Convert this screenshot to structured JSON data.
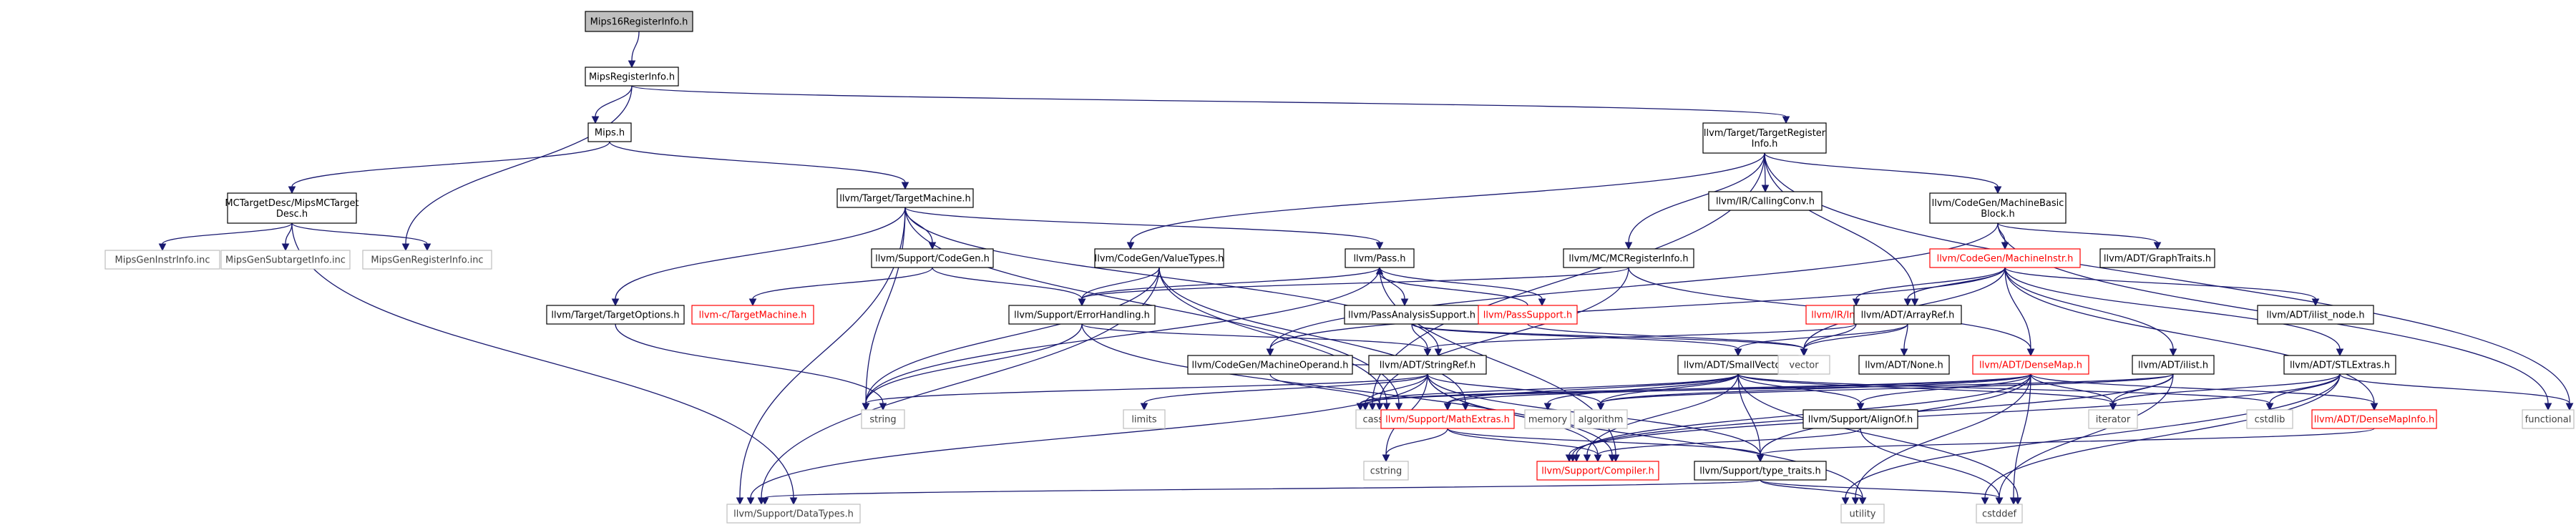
{
  "colors": {
    "edge": "#191970",
    "node_border": "#000000",
    "node_fill": "#ffffff",
    "root_fill": "#bfbfbf",
    "external_border": "#bfbfbf",
    "external_text": "#404040",
    "truncated_border": "#ff0000",
    "truncated_text": "#ff0000",
    "text": "#000000"
  },
  "nodes": [
    {
      "id": "root",
      "label": [
        "Mips16RegisterInfo.h"
      ],
      "kind": "root"
    },
    {
      "id": "mipsreg",
      "label": [
        "MipsRegisterInfo.h"
      ],
      "kind": "normal"
    },
    {
      "id": "mips",
      "label": [
        "Mips.h"
      ],
      "kind": "normal"
    },
    {
      "id": "tri",
      "label": [
        "llvm/Target/TargetRegister",
        "Info.h"
      ],
      "kind": "normal"
    },
    {
      "id": "mcdesc",
      "label": [
        "MCTargetDesc/MipsMCTarget",
        "Desc.h"
      ],
      "kind": "normal"
    },
    {
      "id": "tm",
      "label": [
        "llvm/Target/TargetMachine.h"
      ],
      "kind": "normal"
    },
    {
      "id": "callconv",
      "label": [
        "llvm/IR/CallingConv.h"
      ],
      "kind": "normal"
    },
    {
      "id": "mbb",
      "label": [
        "llvm/CodeGen/MachineBasic",
        "Block.h"
      ],
      "kind": "normal"
    },
    {
      "id": "geninstr",
      "label": [
        "MipsGenInstrInfo.inc"
      ],
      "kind": "external"
    },
    {
      "id": "gensub",
      "label": [
        "MipsGenSubtargetInfo.inc"
      ],
      "kind": "external"
    },
    {
      "id": "genreg",
      "label": [
        "MipsGenRegisterInfo.inc"
      ],
      "kind": "external"
    },
    {
      "id": "supcg",
      "label": [
        "llvm/Support/CodeGen.h"
      ],
      "kind": "normal"
    },
    {
      "id": "vt",
      "label": [
        "llvm/CodeGen/ValueTypes.h"
      ],
      "kind": "normal"
    },
    {
      "id": "pass",
      "label": [
        "llvm/Pass.h"
      ],
      "kind": "normal"
    },
    {
      "id": "mcreg",
      "label": [
        "llvm/MC/MCRegisterInfo.h"
      ],
      "kind": "normal"
    },
    {
      "id": "mi",
      "label": [
        "llvm/CodeGen/MachineInstr.h"
      ],
      "kind": "truncated"
    },
    {
      "id": "gt",
      "label": [
        "llvm/ADT/GraphTraits.h"
      ],
      "kind": "normal"
    },
    {
      "id": "topts",
      "label": [
        "llvm/Target/TargetOptions.h"
      ],
      "kind": "normal"
    },
    {
      "id": "ctm",
      "label": [
        "llvm-c/TargetMachine.h"
      ],
      "kind": "truncated"
    },
    {
      "id": "err",
      "label": [
        "llvm/Support/ErrorHandling.h"
      ],
      "kind": "normal"
    },
    {
      "id": "pas",
      "label": [
        "llvm/PassAnalysisSupport.h"
      ],
      "kind": "normal"
    },
    {
      "id": "ps",
      "label": [
        "llvm/PassSupport.h"
      ],
      "kind": "truncated"
    },
    {
      "id": "inlineasm",
      "label": [
        "llvm/IR/InlineAsm.h"
      ],
      "kind": "truncated"
    },
    {
      "id": "arrayref",
      "label": [
        "llvm/ADT/ArrayRef.h"
      ],
      "kind": "normal"
    },
    {
      "id": "ilistnode",
      "label": [
        "llvm/ADT/ilist_node.h"
      ],
      "kind": "normal"
    },
    {
      "id": "mo",
      "label": [
        "llvm/CodeGen/MachineOperand.h"
      ],
      "kind": "normal"
    },
    {
      "id": "sref",
      "label": [
        "llvm/ADT/StringRef.h"
      ],
      "kind": "normal"
    },
    {
      "id": "svec",
      "label": [
        "llvm/ADT/SmallVector.h"
      ],
      "kind": "normal"
    },
    {
      "id": "vector",
      "label": [
        "vector"
      ],
      "kind": "external"
    },
    {
      "id": "none",
      "label": [
        "llvm/ADT/None.h"
      ],
      "kind": "normal"
    },
    {
      "id": "dm",
      "label": [
        "llvm/ADT/DenseMap.h"
      ],
      "kind": "truncated"
    },
    {
      "id": "ilist",
      "label": [
        "llvm/ADT/ilist.h"
      ],
      "kind": "normal"
    },
    {
      "id": "stlx",
      "label": [
        "llvm/ADT/STLExtras.h"
      ],
      "kind": "normal"
    },
    {
      "id": "string",
      "label": [
        "string"
      ],
      "kind": "external"
    },
    {
      "id": "limits",
      "label": [
        "limits"
      ],
      "kind": "external"
    },
    {
      "id": "cassert",
      "label": [
        "cassert"
      ],
      "kind": "external"
    },
    {
      "id": "mathx",
      "label": [
        "llvm/Support/MathExtras.h"
      ],
      "kind": "truncated"
    },
    {
      "id": "memory",
      "label": [
        "memory"
      ],
      "kind": "external"
    },
    {
      "id": "algorithm",
      "label": [
        "algorithm"
      ],
      "kind": "external"
    },
    {
      "id": "alignof",
      "label": [
        "llvm/Support/AlignOf.h"
      ],
      "kind": "normal"
    },
    {
      "id": "iterator",
      "label": [
        "iterator"
      ],
      "kind": "external"
    },
    {
      "id": "cstdlib",
      "label": [
        "cstdlib"
      ],
      "kind": "external"
    },
    {
      "id": "dmi",
      "label": [
        "llvm/ADT/DenseMapInfo.h"
      ],
      "kind": "truncated"
    },
    {
      "id": "functional",
      "label": [
        "functional"
      ],
      "kind": "external"
    },
    {
      "id": "cstring",
      "label": [
        "cstring"
      ],
      "kind": "external"
    },
    {
      "id": "compiler",
      "label": [
        "llvm/Support/Compiler.h"
      ],
      "kind": "truncated"
    },
    {
      "id": "typetraits",
      "label": [
        "llvm/Support/type_traits.h"
      ],
      "kind": "normal"
    },
    {
      "id": "datatypes",
      "label": [
        "llvm/Support/DataTypes.h"
      ],
      "kind": "external"
    },
    {
      "id": "utility",
      "label": [
        "utility"
      ],
      "kind": "external"
    },
    {
      "id": "cstddef",
      "label": [
        "cstddef"
      ],
      "kind": "external"
    }
  ],
  "edges": [
    [
      "root",
      "mipsreg"
    ],
    [
      "mipsreg",
      "mips"
    ],
    [
      "mipsreg",
      "tri"
    ],
    [
      "mipsreg",
      "genreg"
    ],
    [
      "mips",
      "mcdesc"
    ],
    [
      "mips",
      "tm"
    ],
    [
      "mcdesc",
      "geninstr"
    ],
    [
      "mcdesc",
      "gensub"
    ],
    [
      "mcdesc",
      "genreg"
    ],
    [
      "mcdesc",
      "datatypes"
    ],
    [
      "tri",
      "callconv"
    ],
    [
      "tri",
      "mbb"
    ],
    [
      "tri",
      "vt"
    ],
    [
      "tri",
      "mcreg"
    ],
    [
      "tri",
      "arrayref"
    ],
    [
      "tri",
      "functional"
    ],
    [
      "tri",
      "cassert"
    ],
    [
      "tm",
      "supcg"
    ],
    [
      "tm",
      "topts"
    ],
    [
      "tm",
      "pass"
    ],
    [
      "tm",
      "sref"
    ],
    [
      "tm",
      "string"
    ],
    [
      "tm",
      "cassert"
    ],
    [
      "tm",
      "datatypes"
    ],
    [
      "supcg",
      "ctm"
    ],
    [
      "supcg",
      "err"
    ],
    [
      "topts",
      "string"
    ],
    [
      "mbb",
      "mi"
    ],
    [
      "mbb",
      "gt"
    ],
    [
      "mbb",
      "functional"
    ],
    [
      "mbb",
      "mo"
    ],
    [
      "vt",
      "err"
    ],
    [
      "vt",
      "datatypes"
    ],
    [
      "vt",
      "mathx"
    ],
    [
      "vt",
      "string"
    ],
    [
      "vt",
      "cassert"
    ],
    [
      "pass",
      "pas"
    ],
    [
      "pass",
      "ps"
    ],
    [
      "pass",
      "err"
    ],
    [
      "pass",
      "string"
    ],
    [
      "pass",
      "compiler"
    ],
    [
      "pas",
      "sref"
    ],
    [
      "pas",
      "svec"
    ],
    [
      "pas",
      "vector"
    ],
    [
      "ps",
      "pass"
    ],
    [
      "ps",
      "vector"
    ],
    [
      "mcreg",
      "err"
    ],
    [
      "mcreg",
      "cassert"
    ],
    [
      "mcreg",
      "dm"
    ],
    [
      "mi",
      "inlineasm"
    ],
    [
      "mi",
      "arrayref"
    ],
    [
      "mi",
      "ilistnode"
    ],
    [
      "mi",
      "stlx"
    ],
    [
      "mi",
      "dm"
    ],
    [
      "mi",
      "mo"
    ],
    [
      "mi",
      "ilist"
    ],
    [
      "mi",
      "dmi"
    ],
    [
      "mi",
      "vector"
    ],
    [
      "inlineasm",
      "sref"
    ],
    [
      "inlineasm",
      "vector"
    ],
    [
      "arrayref",
      "none"
    ],
    [
      "arrayref",
      "svec"
    ],
    [
      "arrayref",
      "vector"
    ],
    [
      "err",
      "sref"
    ],
    [
      "err",
      "compiler"
    ],
    [
      "err",
      "string"
    ],
    [
      "mo",
      "sref"
    ],
    [
      "mo",
      "cassert"
    ],
    [
      "sref",
      "string"
    ],
    [
      "sref",
      "limits"
    ],
    [
      "sref",
      "cassert"
    ],
    [
      "sref",
      "algorithm"
    ],
    [
      "sref",
      "cstring"
    ],
    [
      "sref",
      "utility"
    ],
    [
      "sref",
      "compiler"
    ],
    [
      "sref",
      "typetraits"
    ],
    [
      "sref",
      "datatypes"
    ],
    [
      "svec",
      "alignof"
    ],
    [
      "svec",
      "compiler"
    ],
    [
      "svec",
      "mathx"
    ],
    [
      "svec",
      "typetraits"
    ],
    [
      "svec",
      "memory"
    ],
    [
      "svec",
      "algorithm"
    ],
    [
      "svec",
      "cassert"
    ],
    [
      "svec",
      "cstddef"
    ],
    [
      "svec",
      "cstdlib"
    ],
    [
      "svec",
      "iterator"
    ],
    [
      "dm",
      "mathx"
    ],
    [
      "dm",
      "typetraits"
    ],
    [
      "dm",
      "alignof"
    ],
    [
      "dm",
      "compiler"
    ],
    [
      "dm",
      "dmi"
    ],
    [
      "dm",
      "algorithm"
    ],
    [
      "dm",
      "cassert"
    ],
    [
      "dm",
      "cstddef"
    ],
    [
      "dm",
      "iterator"
    ],
    [
      "dm",
      "utility"
    ],
    [
      "dm",
      "new"
    ],
    [
      "ilist",
      "compiler"
    ],
    [
      "ilist",
      "algorithm"
    ],
    [
      "ilist",
      "cassert"
    ],
    [
      "ilist",
      "cstddef"
    ],
    [
      "ilist",
      "iterator"
    ],
    [
      "stlx",
      "compiler"
    ],
    [
      "stlx",
      "cstddef"
    ],
    [
      "stlx",
      "cstdlib"
    ],
    [
      "stlx",
      "functional"
    ],
    [
      "stlx",
      "iterator"
    ],
    [
      "stlx",
      "utility"
    ],
    [
      "dmi",
      "typetraits"
    ],
    [
      "mathx",
      "compiler"
    ],
    [
      "mathx",
      "typetraits"
    ],
    [
      "mathx",
      "cstring"
    ],
    [
      "alignof",
      "compiler"
    ],
    [
      "alignof",
      "cstddef"
    ],
    [
      "typetraits",
      "datatypes"
    ],
    [
      "typetraits",
      "utility"
    ],
    [
      "typetraits",
      "cstddef"
    ]
  ]
}
